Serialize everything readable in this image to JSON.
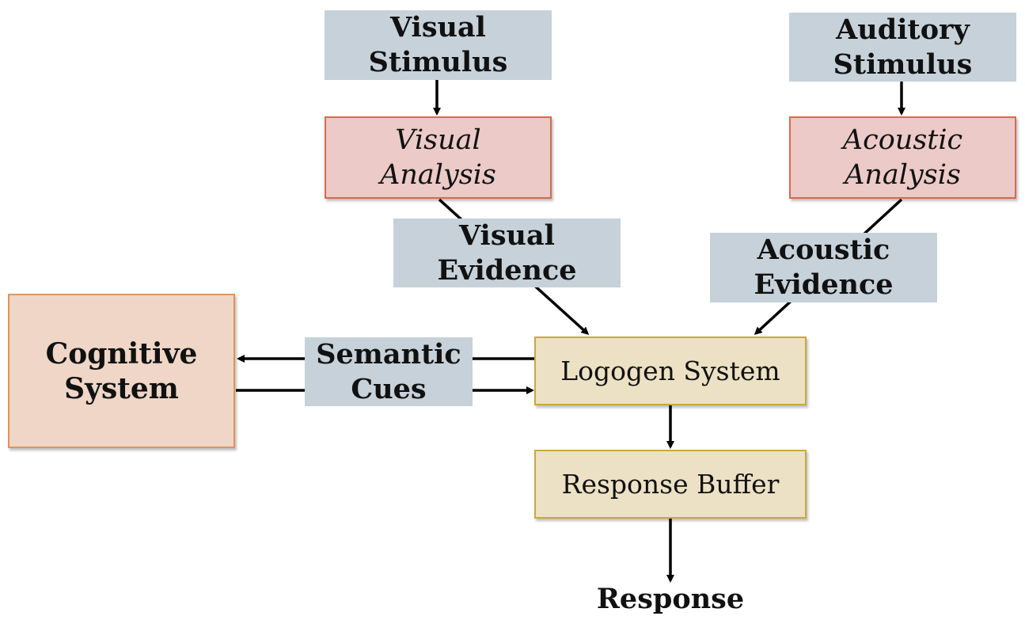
{
  "nodes": {
    "visual_stimulus": "Visual\nStimulus",
    "auditory_stimulus": "Auditory\nStimulus",
    "visual_analysis": "Visual\nAnalysis",
    "acoustic_analysis": "Acoustic\nAnalysis",
    "visual_evidence": "Visual\nEvidence",
    "acoustic_evidence": "Acoustic\nEvidence",
    "cognitive_system": "Cognitive\nSystem",
    "semantic_cues": "Semantic\nCues",
    "logogen_system": "Logogen System",
    "response_buffer": "Response Buffer",
    "response": "Response"
  },
  "colors": {
    "label_fill": "#c6d1d9",
    "analysis_fill": "#ebcac8",
    "analysis_border": "#d96a4c",
    "cognitive_fill": "#efd6c7",
    "cognitive_border": "#e0925f",
    "system_fill": "#ece1c4",
    "system_border": "#c9a93a",
    "arrow": "#000000"
  },
  "edges": [
    {
      "from": "Visual Stimulus",
      "to": "Visual Analysis"
    },
    {
      "from": "Auditory Stimulus",
      "to": "Acoustic Analysis"
    },
    {
      "from": "Visual Analysis",
      "to": "Logogen System",
      "label": "Visual Evidence"
    },
    {
      "from": "Acoustic Analysis",
      "to": "Logogen System",
      "label": "Acoustic Evidence"
    },
    {
      "from": "Logogen System",
      "to": "Cognitive System",
      "label": "Semantic Cues"
    },
    {
      "from": "Cognitive System",
      "to": "Logogen System",
      "label": "Semantic Cues"
    },
    {
      "from": "Logogen System",
      "to": "Response Buffer"
    },
    {
      "from": "Response Buffer",
      "to": "Response"
    }
  ]
}
